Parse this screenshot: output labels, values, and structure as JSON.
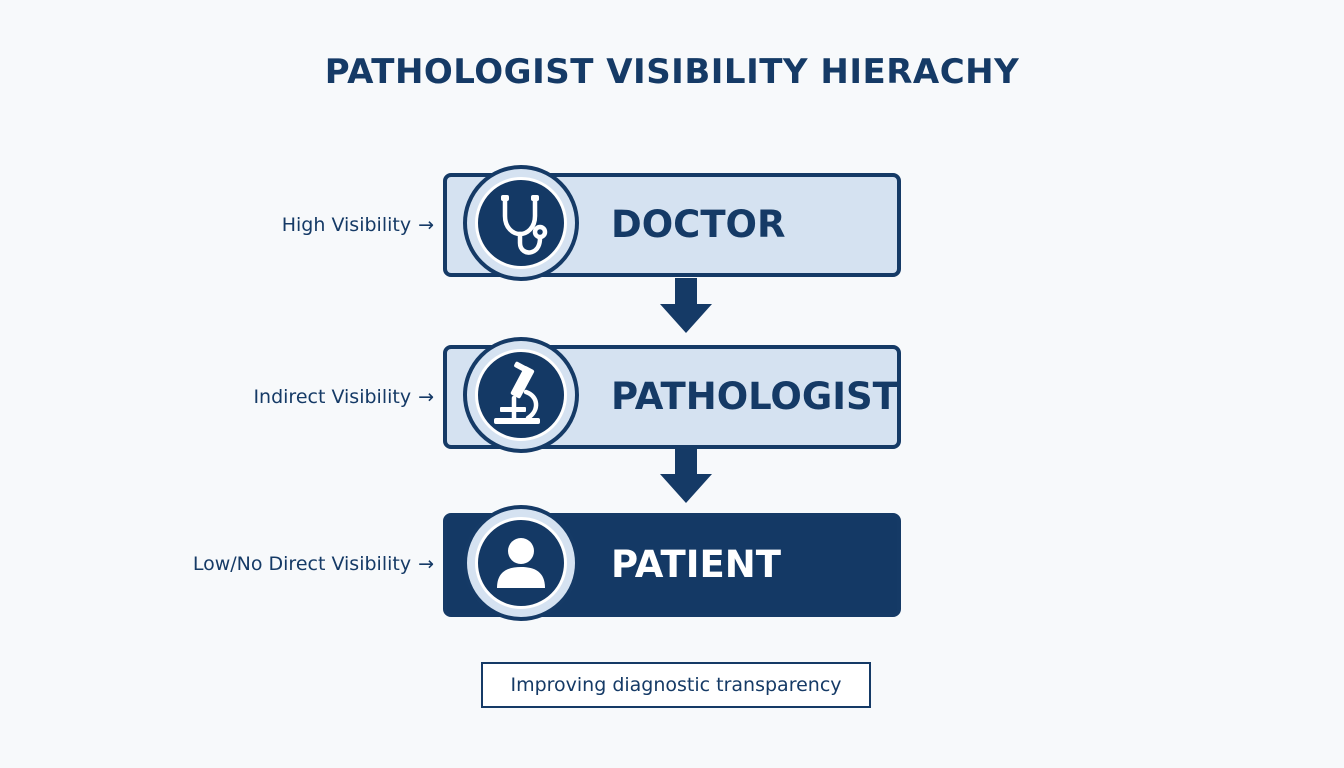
{
  "title": "PATHOLOGIST VISIBILITY HIERACHY",
  "tiers": [
    {
      "label": "DOCTOR",
      "side_label": "High Visibility",
      "icon": "stethoscope-icon"
    },
    {
      "label": "PATHOLOGIST",
      "side_label": "Indirect Visibility",
      "icon": "microscope-icon"
    },
    {
      "label": "PATIENT",
      "side_label": "Low/No Direct Visibility",
      "icon": "person-icon"
    }
  ],
  "side_arrow_glyph": "→",
  "footer": "Improving diagnostic transparency",
  "colors": {
    "navy": "#153a66",
    "light_fill": "#d5e2f1",
    "background": "#f7f9fb"
  }
}
